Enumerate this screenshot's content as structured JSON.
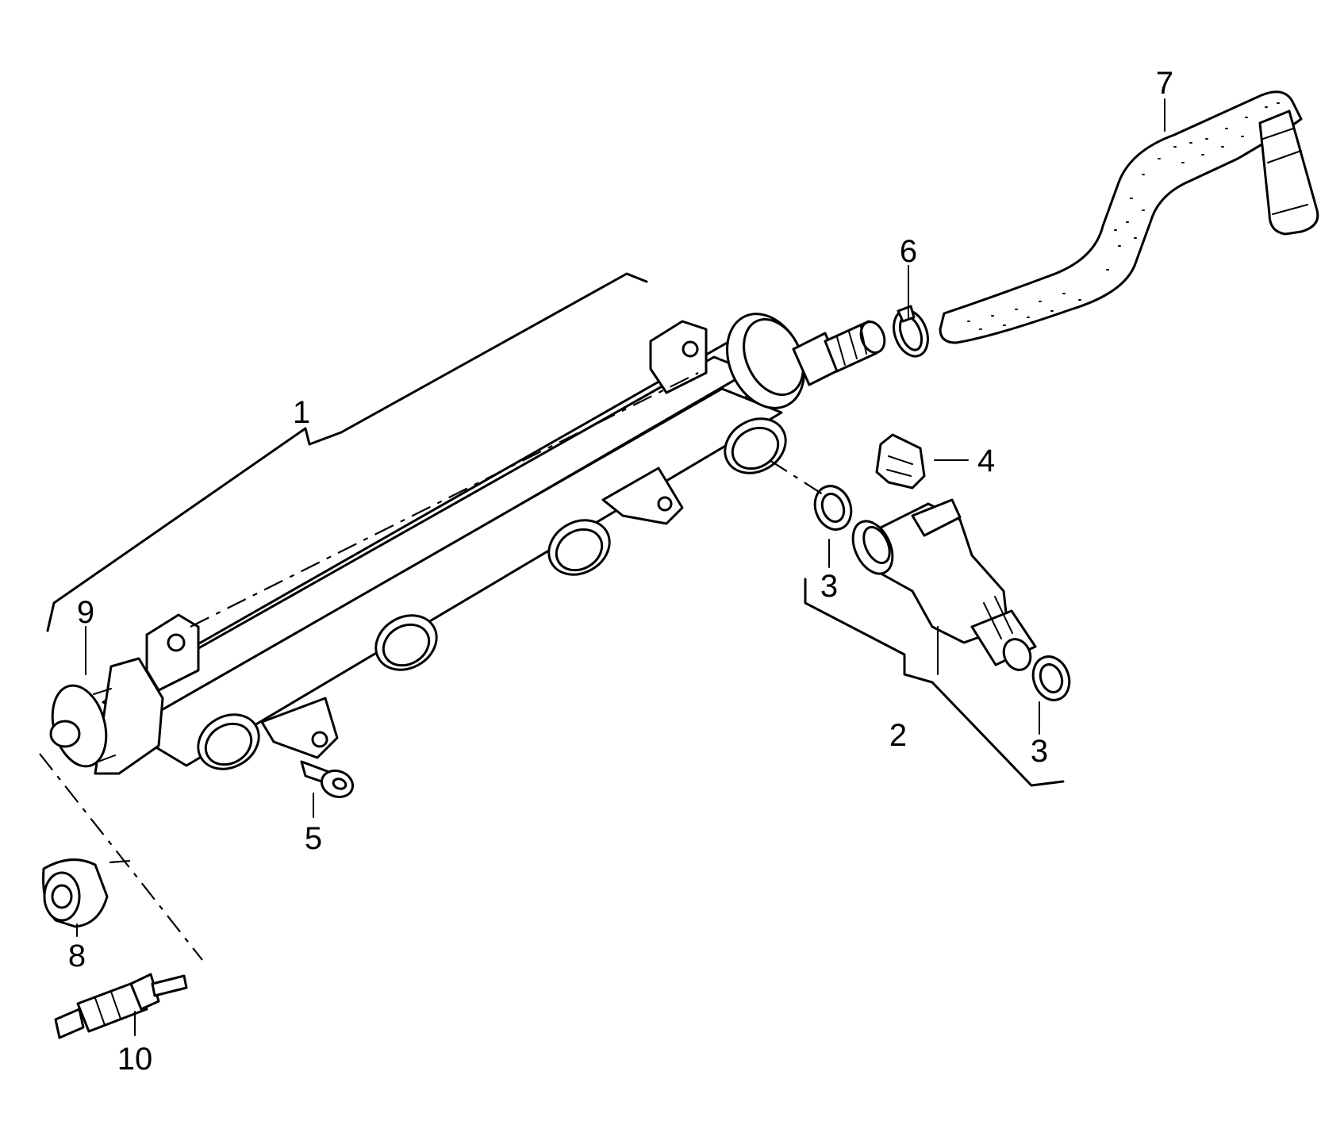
{
  "callouts": [
    {
      "id": "1",
      "text": "1"
    },
    {
      "id": "2",
      "text": "2"
    },
    {
      "id": "3a",
      "text": "3"
    },
    {
      "id": "3b",
      "text": "3"
    },
    {
      "id": "4",
      "text": "4"
    },
    {
      "id": "5",
      "text": "5"
    },
    {
      "id": "6",
      "text": "6"
    },
    {
      "id": "7",
      "text": "7"
    },
    {
      "id": "8",
      "text": "8"
    },
    {
      "id": "9",
      "text": "9"
    },
    {
      "id": "10",
      "text": "10"
    }
  ],
  "colors": {
    "line": "#000000",
    "background": "#ffffff"
  }
}
